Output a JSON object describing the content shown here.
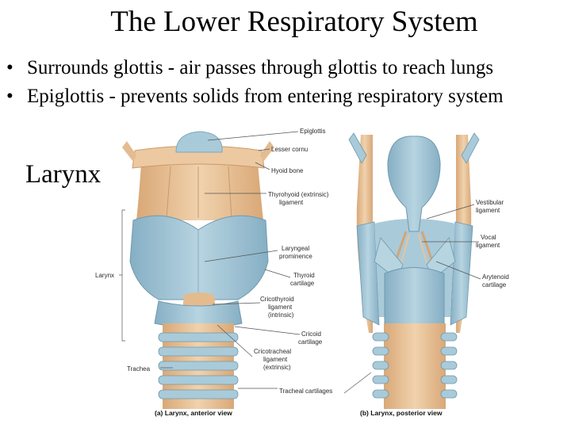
{
  "title": "The Lower Respiratory System",
  "bullets": [
    "Surrounds glottis - air passes through glottis to reach lungs",
    "Epiglottis - prevents solids from entering respiratory system"
  ],
  "slide_label": "Larynx",
  "figure": {
    "left_labels": {
      "larynx": "Larynx",
      "trachea": "Trachea"
    },
    "anterior_labels": {
      "epiglottis": "Epiglottis",
      "lesser_cornu": "Lesser cornu",
      "hyoid_bone": "Hyoid bone",
      "thyrohyoid_1": "Thyrohyoid (extrinsic)",
      "thyrohyoid_2": "ligament",
      "laryngeal_1": "Laryngeal",
      "laryngeal_2": "prominence",
      "thyroid_1": "Thyroid",
      "thyroid_2": "cartilage",
      "cricothyroid_1": "Cricothyroid",
      "cricothyroid_2": "ligament",
      "cricothyroid_3": "(intrinsic)",
      "cricoid_1": "Cricoid",
      "cricoid_2": "cartilage",
      "cricotracheal_1": "Cricotracheal",
      "cricotracheal_2": "ligament",
      "cricotracheal_3": "(extrinsic)",
      "tracheal_cartilages": "Tracheal cartilages"
    },
    "posterior_labels": {
      "vestibular_1": "Vestibular",
      "vestibular_2": "ligament",
      "vocal_1": "Vocal",
      "vocal_2": "ligament",
      "arytenoid_1": "Arytenoid",
      "arytenoid_2": "cartilage"
    },
    "captions": {
      "anterior": "(a) Larynx, anterior view",
      "posterior": "(b) Larynx, posterior view"
    },
    "colors": {
      "cartilage": "#a9cad9",
      "cartilage_shade": "#7fa8bd",
      "ligament": "#e8c49c",
      "ligament_shade": "#d4a574"
    }
  }
}
